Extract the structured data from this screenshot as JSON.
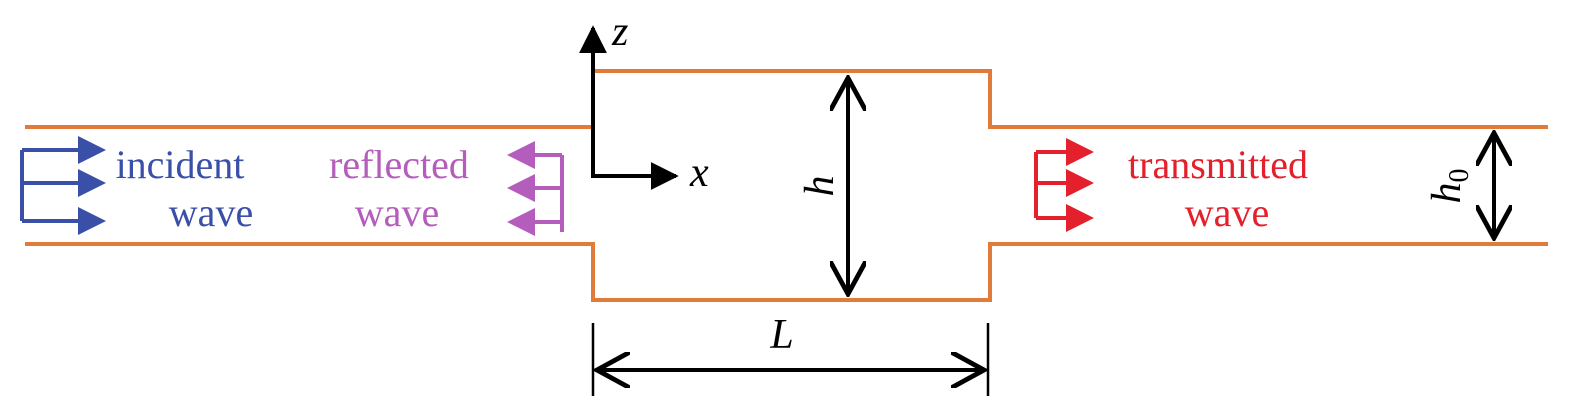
{
  "colors": {
    "channel": "#e07b39",
    "incident": "#3a4fa8",
    "reflected": "#b55dbd",
    "transmitted": "#e3202b",
    "dimension": "#000000"
  },
  "labels": {
    "incident_line1": "incident",
    "incident_line2": "wave",
    "reflected_line1": "reflected",
    "reflected_line2": "wave",
    "transmitted_line1": "transmitted",
    "transmitted_line2": "wave",
    "axis_z": "z",
    "axis_x": "x",
    "dim_h": "h",
    "dim_h0_base": "h",
    "dim_h0_sub": "0",
    "dim_L": "L"
  }
}
